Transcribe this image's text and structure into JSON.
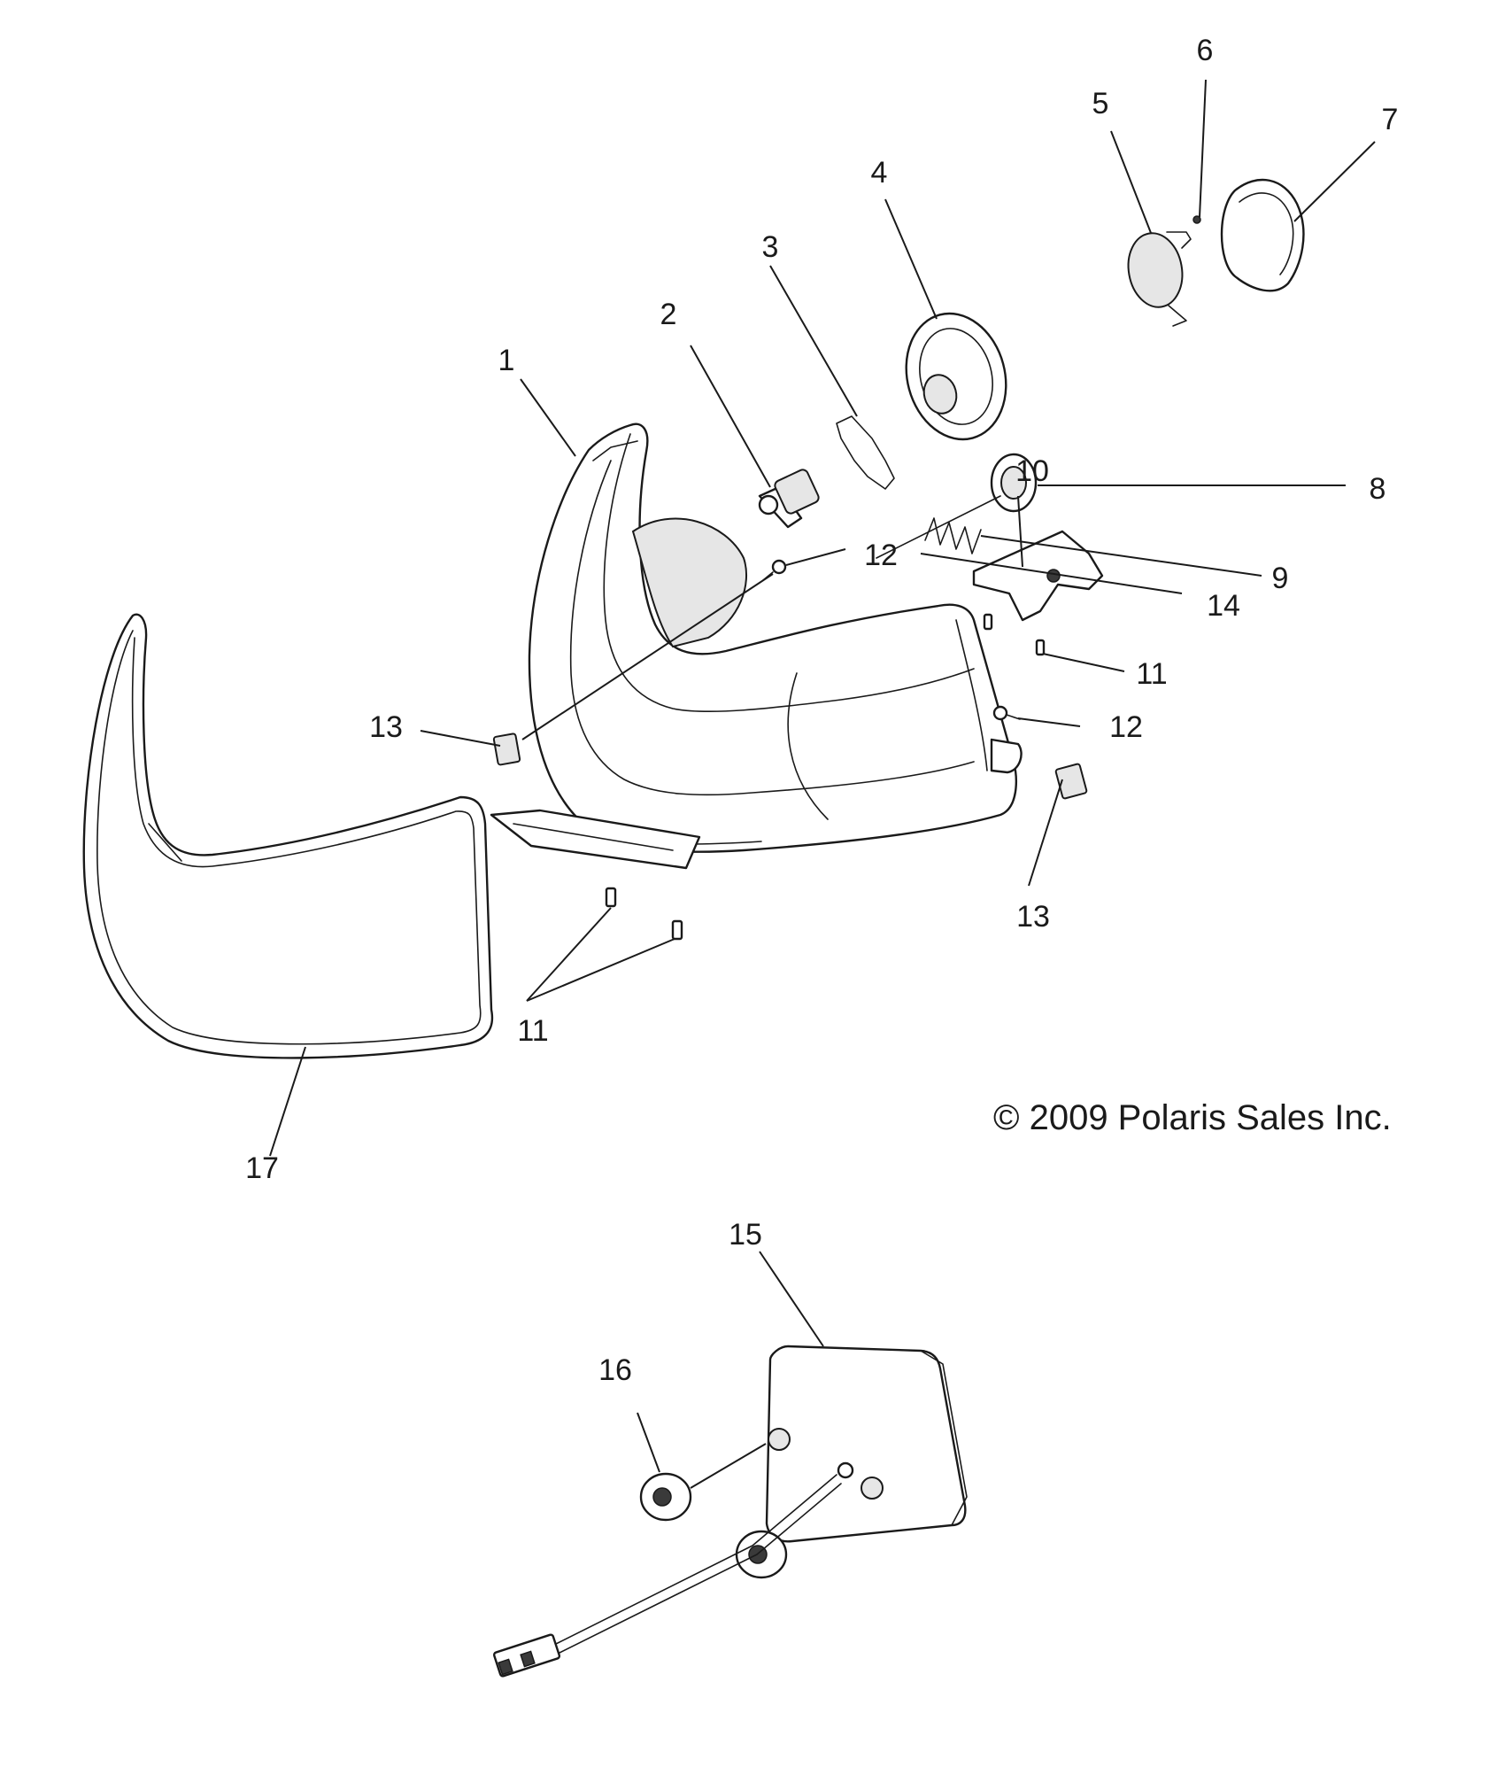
{
  "callouts": [
    "1",
    "2",
    "3",
    "4",
    "5",
    "6",
    "7",
    "8",
    "9",
    "10",
    "11",
    "12",
    "13",
    "14",
    "15",
    "16",
    "17"
  ],
  "copyright": "© 2009 Polaris Sales Inc."
}
